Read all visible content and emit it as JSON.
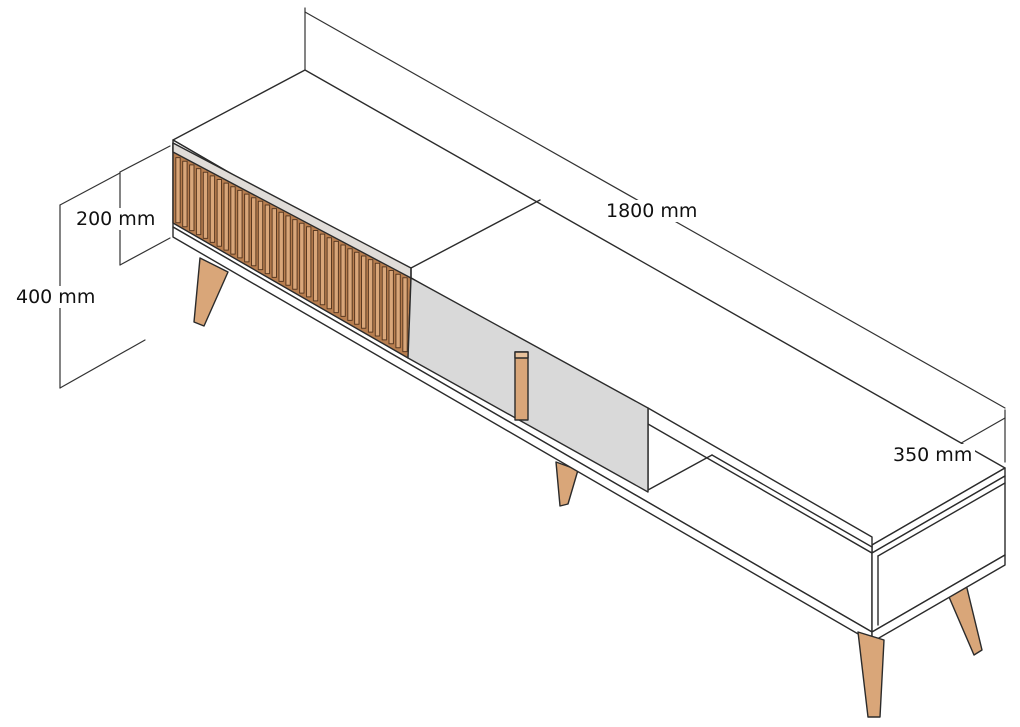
{
  "dimensions": {
    "length": "1800 mm",
    "depth": "350 mm",
    "total_height": "400 mm",
    "leg_height": "200 mm"
  },
  "colors": {
    "outline": "#2b2b2b",
    "body": "#ffffff",
    "door_gray": "#d9d9d9",
    "wood": "#d9a679",
    "wood_dark": "#b87e4f"
  }
}
